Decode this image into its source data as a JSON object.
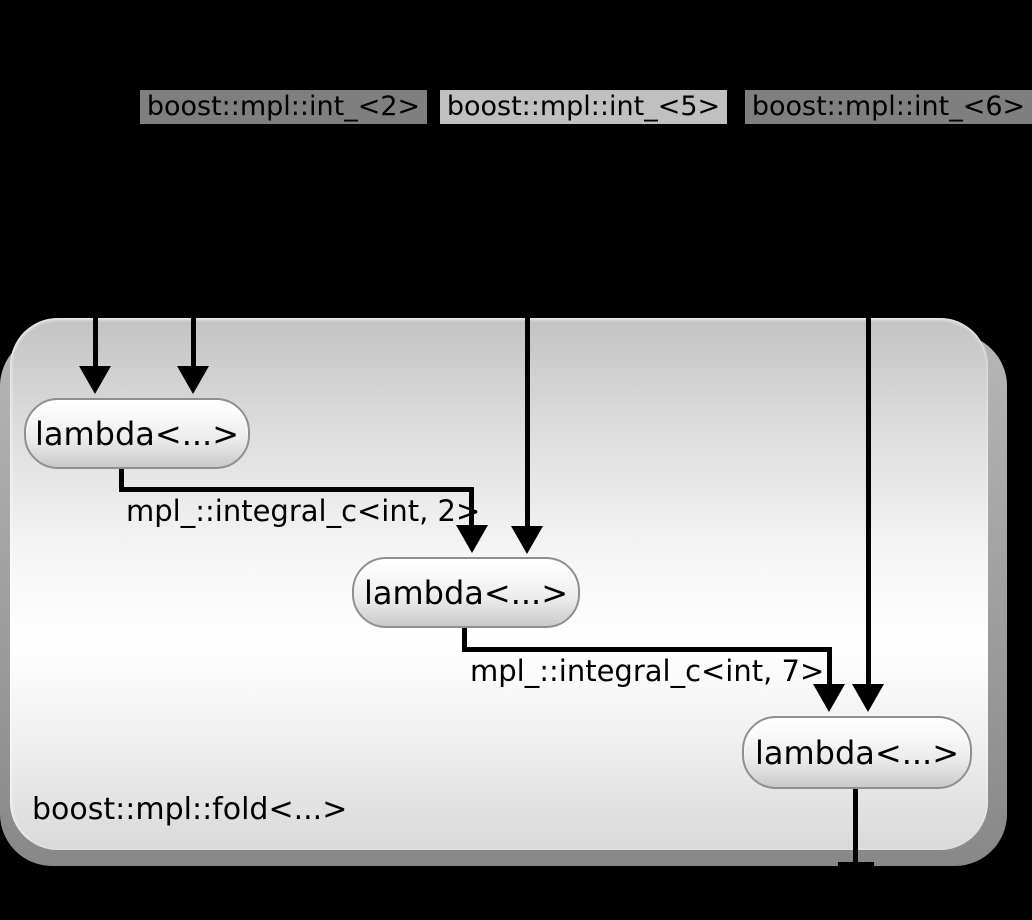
{
  "diagram": {
    "top_labels": [
      {
        "text": "boost::mpl::int_<2>",
        "bg": "#7f7f7f"
      },
      {
        "text": "boost::mpl::int_<5>",
        "bg": "#c0c0c0"
      },
      {
        "text": "boost::mpl::int_<6>",
        "bg": "#7f7f7f"
      }
    ],
    "container": {
      "label": "boost::mpl::fold<...>"
    },
    "nodes": [
      {
        "label": "lambda<...>"
      },
      {
        "label": "lambda<...>"
      },
      {
        "label": "lambda<...>"
      }
    ],
    "edge_labels": [
      {
        "text": "mpl_::integral_c<int, 2>"
      },
      {
        "text": "mpl_::integral_c<int, 7>"
      }
    ],
    "colors": {
      "page_background": "#000000",
      "edge": "#000000",
      "node_border": "#8f8f8f",
      "node_fill_top": "#ffffff",
      "node_fill_bottom": "#c9c9c9",
      "container_fill_top": "#c3c3c3",
      "container_fill_middle": "#ffffff",
      "container_fill_bottom": "#d9d9d9",
      "container_shadow": "#8e8e8e",
      "text": "#000000"
    }
  }
}
